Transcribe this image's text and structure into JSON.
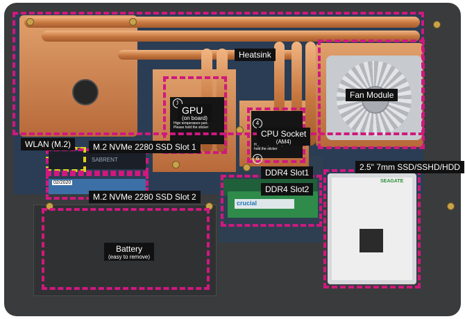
{
  "labels": {
    "heatsink": "Heatsink",
    "gpu": "GPU",
    "gpu_sub": "(on board)",
    "cpu_socket": "CPU Socket",
    "cpu_sub": "(AM4)",
    "fan_module": "Fan Module",
    "wlan": "WLAN (M.2)",
    "ssd_slot1": "M.2 NVMe 2280 SSD Slot 1",
    "ssd_slot2": "M.2 NVMe 2280 SSD Slot 2",
    "ddr4_slot1": "DDR4 Slot1",
    "ddr4_slot2": "DDR4 Slot2",
    "drive_bay": "2.5\" 7mm SSD/SSHD/HDD",
    "battery": "Battery",
    "battery_sub": "(easy to remove)"
  },
  "markers": {
    "gpu_num": "1",
    "cpu_num_top": "4",
    "cpu_num_bottom": "6"
  },
  "warnings": {
    "gpu_note": "High temperature part. Please hold the sticker",
    "cpu_note": "High temperature part. Please hold the sticker"
  },
  "component_text": {
    "ram_brand": "crucial",
    "hdd_brand": "SEAGATE",
    "ssd_brand": "SABRENT",
    "ssd_sticker": "02/2020"
  },
  "colors": {
    "highlight": "#d0187f",
    "label_bg": "#111111",
    "copper": "#c97a45"
  },
  "icons": {
    "fan": "fan-icon",
    "screw": "screw-icon"
  }
}
